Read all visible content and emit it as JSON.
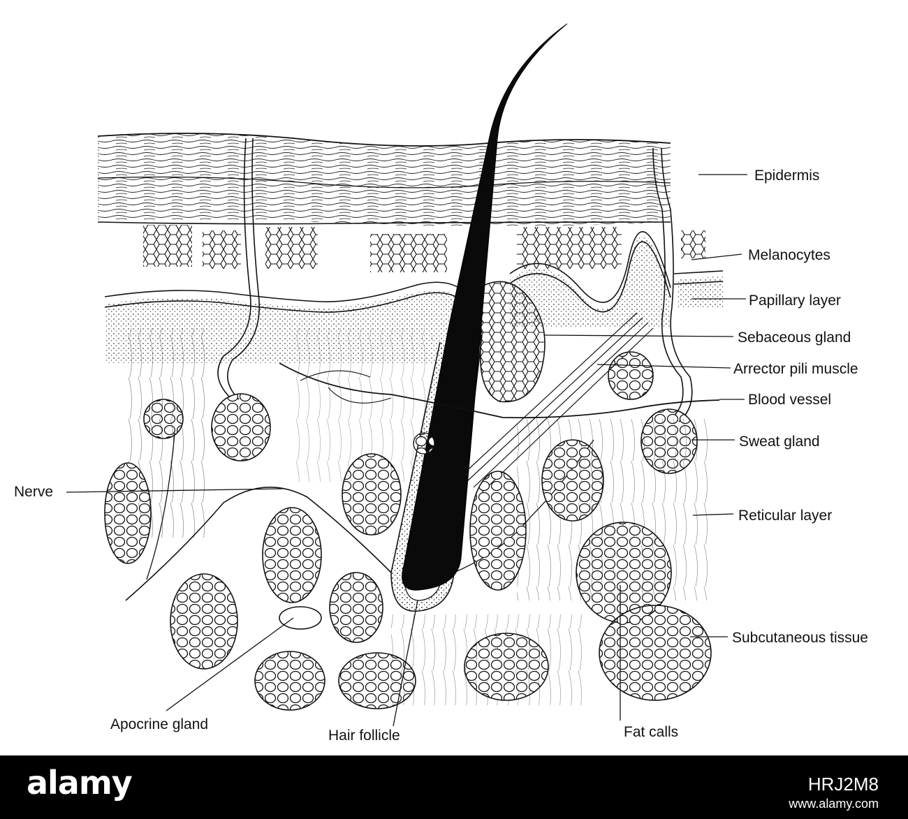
{
  "diagram": {
    "labels": {
      "epidermis": "Epidermis",
      "melanocytes": "Melanocytes",
      "papillary_layer": "Papillary layer",
      "sebaceous_gland": "Sebaceous gland",
      "arrector_pili_muscle": "Arrector pili muscle",
      "blood_vessel": "Blood vessel",
      "sweat_gland": "Sweat gland",
      "nerve": "Nerve",
      "reticular_layer": "Reticular layer",
      "subcutaneous_tissue": "Subcutaneous tissue",
      "apocrine_gland": "Apocrine gland",
      "hair_follicle": "Hair follicle",
      "fat_calls": "Fat calls"
    },
    "colors": {
      "ink": "#111111",
      "background": "#ffffff"
    }
  },
  "watermark": {
    "logo": "alamy",
    "image_id": "HRJ2M8",
    "url": "www.alamy.com",
    "colors": {
      "bar": "#000000",
      "text": "#ffffff"
    }
  }
}
